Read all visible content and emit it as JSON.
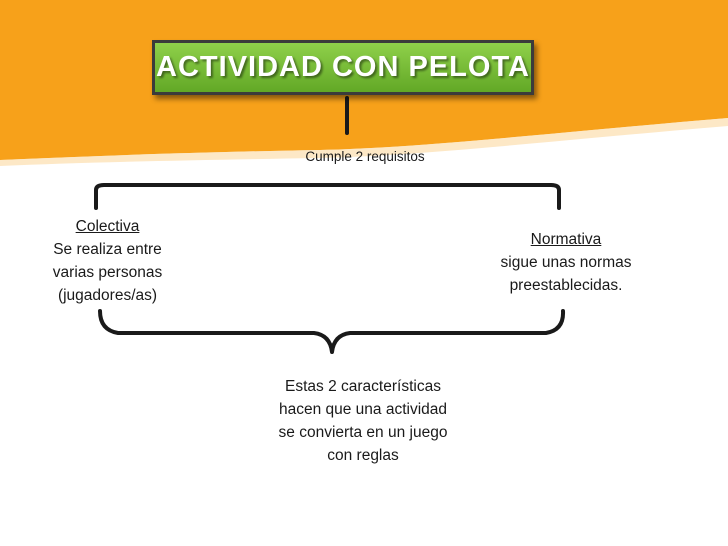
{
  "title": "Actividad con pelota",
  "connector_label": "Cumple 2 requisitos",
  "left_node": {
    "heading": "Colectiva",
    "lines": [
      "Se realiza entre",
      "varias personas",
      "(jugadores/as)"
    ]
  },
  "right_node": {
    "heading": "Normativa",
    "lines": [
      "sigue unas normas",
      "preestablecidas."
    ]
  },
  "bottom_node": {
    "lines": [
      "Estas 2 características",
      "hacen que una actividad",
      "se convierta en un juego",
      "con reglas"
    ]
  },
  "colors": {
    "banner_orange": "#f7a11a",
    "title_green": "#6fb832",
    "bracket": "#1a1a1a"
  }
}
